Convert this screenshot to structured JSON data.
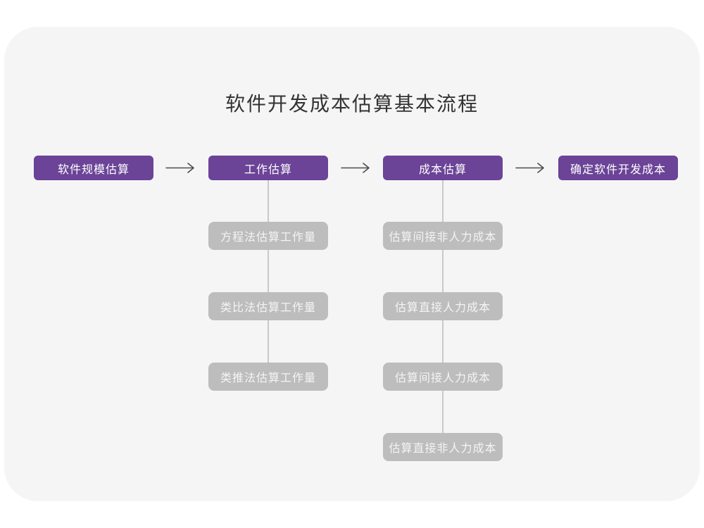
{
  "title": "软件开发成本估算基本流程",
  "colors": {
    "page-bg": "#ffffff",
    "card-bg": "#f5f5f6",
    "accent": "#6b4397",
    "node-gray": "#bdbdbd",
    "node-gray-text": "#f4f4f4",
    "title-color": "#333333",
    "arrow-color": "#4d4d4d",
    "connector-color": "#c9c9c9"
  },
  "flow": {
    "stages": [
      {
        "label": "软件规模估算",
        "children": []
      },
      {
        "label": "工作估算",
        "children": [
          "方程法估算工作量",
          "类比法估算工作量",
          "类推法估算工作量"
        ]
      },
      {
        "label": "成本估算",
        "children": [
          "估算间接非人力成本",
          "估算直接人力成本",
          "估算间接人力成本",
          "估算直接非人力成本"
        ]
      },
      {
        "label": "确定软件开发成本",
        "children": []
      }
    ]
  }
}
